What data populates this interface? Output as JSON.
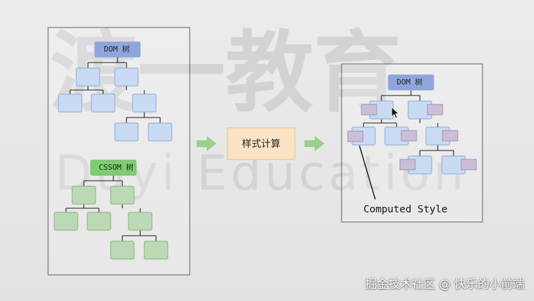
{
  "watermark": {
    "cjk": "渡一教育",
    "latin": "Duyi Education"
  },
  "left_panel": {
    "dom_tree_label": "DOM 树",
    "cssom_tree_label": "CSSOM 树"
  },
  "center": {
    "process_label": "样式计算"
  },
  "right_panel": {
    "dom_tree_label": "DOM 树",
    "annotation": "Computed Style"
  },
  "footer": {
    "credit": "掘金技术社区 @ 快乐的小前端"
  },
  "colors": {
    "dom_node_fill": "#c9daf3",
    "dom_node_border": "#8aa8d6",
    "dom_root_fill": "#8ea6dc",
    "cssom_node_fill": "#bcd9b6",
    "cssom_node_border": "#84b07c",
    "cssom_root_fill": "#7dce6f",
    "process_fill": "#fbe3c4",
    "process_border": "#f0c690",
    "arrow": "#9ad08a",
    "style_chip_fill": "#cbbfd8",
    "style_chip_border": "#9e8fb3",
    "edge": "#1a1a1a"
  }
}
